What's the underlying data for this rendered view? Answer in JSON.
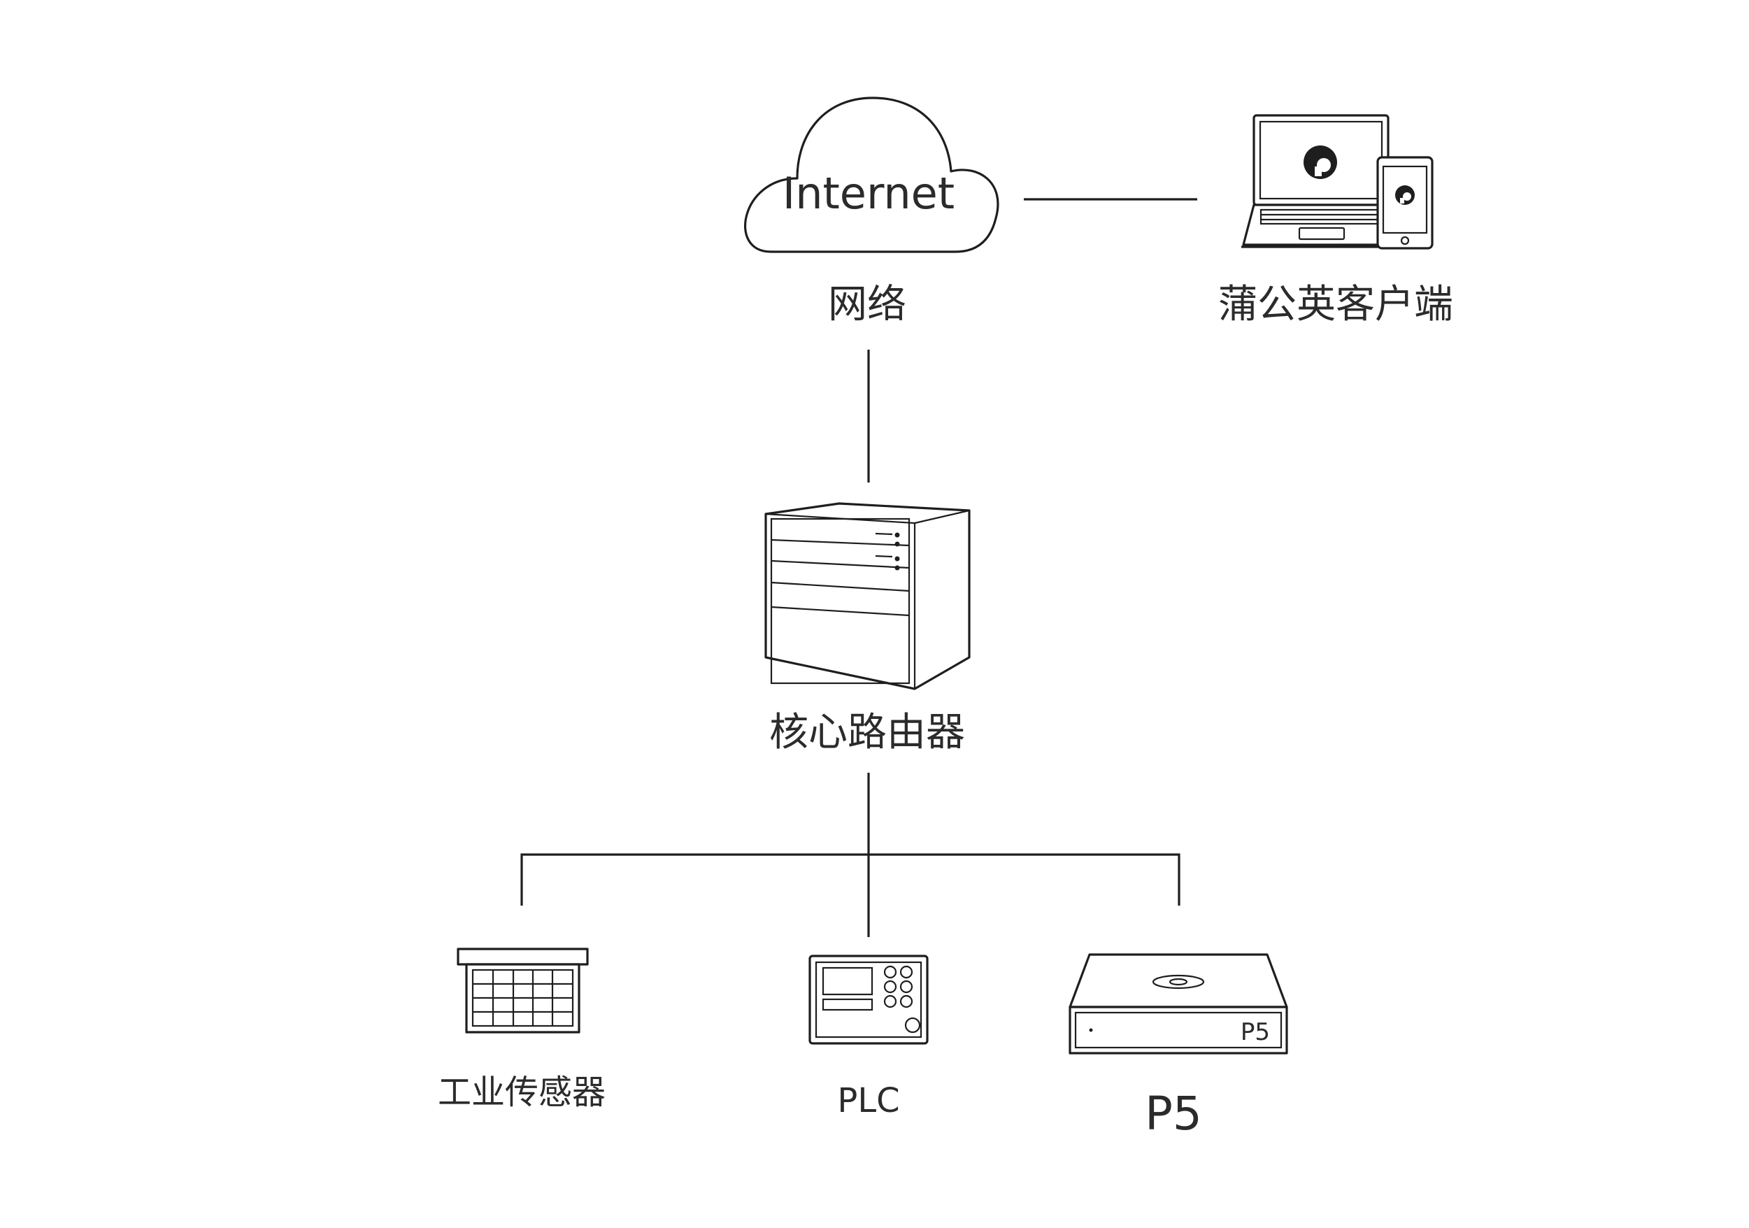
{
  "nodes": {
    "internet": {
      "cloud_text": "Internet",
      "label": "网络"
    },
    "client": {
      "label": "蒲公英客户端"
    },
    "router": {
      "label": "核心路由器"
    },
    "sensor": {
      "label": "工业传感器"
    },
    "plc": {
      "label": "PLC"
    },
    "p5": {
      "label": "P5",
      "device_text": "P5"
    }
  },
  "icons": [
    "cloud-icon",
    "laptop-icon",
    "phone-icon",
    "router-icon",
    "sensor-icon",
    "plc-icon",
    "p5-device-icon"
  ],
  "colors": {
    "stroke": "#1e1e1e",
    "text": "#2b2b2b",
    "background": "#ffffff"
  }
}
